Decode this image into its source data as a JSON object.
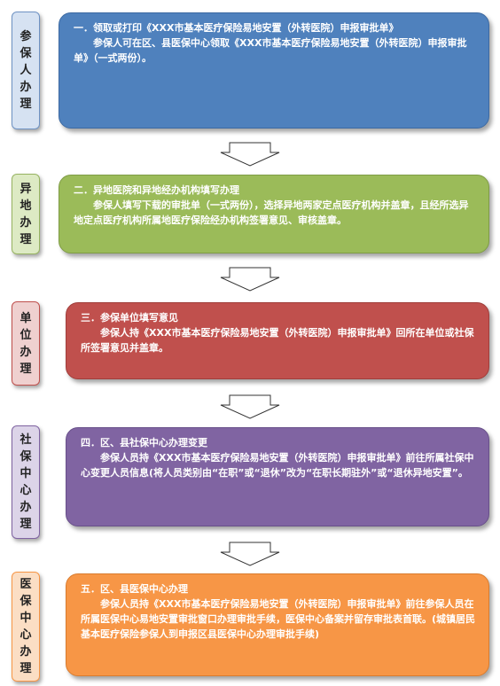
{
  "steps": [
    {
      "label": "参保人办理",
      "title": "一．领取或打印《XXX市基本医疗保险易地安置（外转医院）申报审批单》",
      "body": "参保人可在区、县医保中心领取《XXX市基本医疗保险易地安置（外转医院）申报审批单》（一式两份）。",
      "color": "#4f81bd"
    },
    {
      "label": "异地办理",
      "title": "二．异地医院和异地经办机构填写办理",
      "body": "参保人填写下载的审批单（一式两份），选择异地两家定点医疗机构并盖章，且经所选异地定点医疗机构所属地医疗保险经办机构签署意见、审核盖章。",
      "color": "#9bbb59"
    },
    {
      "label": "单位办理",
      "title": "三．参保单位填写意见",
      "body": "参保人持《XXX市基本医疗保险易地安置（外转医院）申报审批单》回所在单位或社保所签署意见并盖章。",
      "color": "#c0504d"
    },
    {
      "label": "社保中心办理",
      "title": "四．区、县社保中心办理变更",
      "body": "参保人员持《XXX市基本医疗保险易地安置（外转医院）申报审批单》前往所属社保中心变更人员信息(将人员类别由“在职”或“退休”改为“在职长期驻外”或“退休异地安置”。",
      "color": "#8064a2"
    },
    {
      "label": "医保中心办理",
      "title": "五．区、县医保中心办理",
      "body": "参保人员持《XXX市基本医疗保险易地安置（外转医院）申报审批单》前往参保人员在所属医保中心易地安置审批窗口办理审批手续，医保中心备案并留存审批表首联。(城镇居民基本医疗保险参保人到申报区县医保中心办理审批手续)",
      "color": "#f79646"
    }
  ]
}
